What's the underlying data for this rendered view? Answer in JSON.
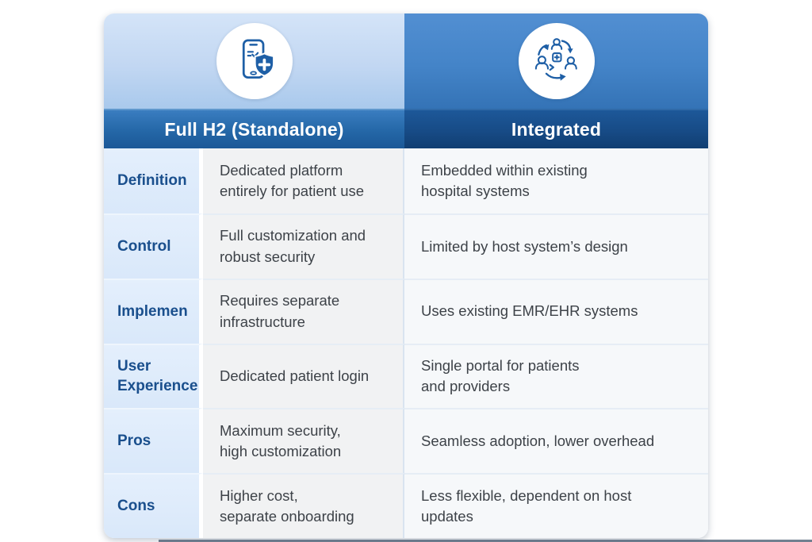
{
  "columns": [
    {
      "title": "Full H2 (Standalone)",
      "icon": "smartphone-shield-icon"
    },
    {
      "title": "Integrated",
      "icon": "people-network-icon"
    }
  ],
  "table": {
    "rows": [
      {
        "label": "Definition",
        "standalone": "Dedicated platform\nentirely for patient use",
        "integrated": "Embedded within existing\nhospital systems"
      },
      {
        "label": "Control",
        "standalone": "Full customization and\nrobust security",
        "integrated": "Limited by host system’s design"
      },
      {
        "label": "Implemen",
        "standalone": "Requires separate\ninfrastructure",
        "integrated": "Uses existing EMR/EHR systems"
      },
      {
        "label": "User Experience",
        "standalone": "Dedicated patient login",
        "integrated": "Single portal for patients\nand providers"
      },
      {
        "label": "Pros",
        "standalone": "Maximum security,\nhigh customization",
        "integrated": "Seamless adoption, lower overhead"
      },
      {
        "label": "Cons",
        "standalone": "Higher cost,\nseparate onboarding",
        "integrated": "Less flexible, dependent on host\nupdates"
      }
    ]
  },
  "colors": {
    "accent_navy": "#1a4f8d",
    "icon_blue": "#1e5fa6",
    "header_left_bg_top": "#d4e4f8",
    "header_left_bg_bottom": "#a9c9ec",
    "header_right_bg_top": "#528fd2",
    "header_right_bg_bottom": "#3473b6",
    "title_left_bar": "#2467a7",
    "title_right_bar": "#174b86",
    "label_column_bg": "#dce9fa",
    "standalone_cell_bg": "#f1f2f3",
    "integrated_cell_bg": "#f6f8fa",
    "body_text": "#3d4248"
  }
}
